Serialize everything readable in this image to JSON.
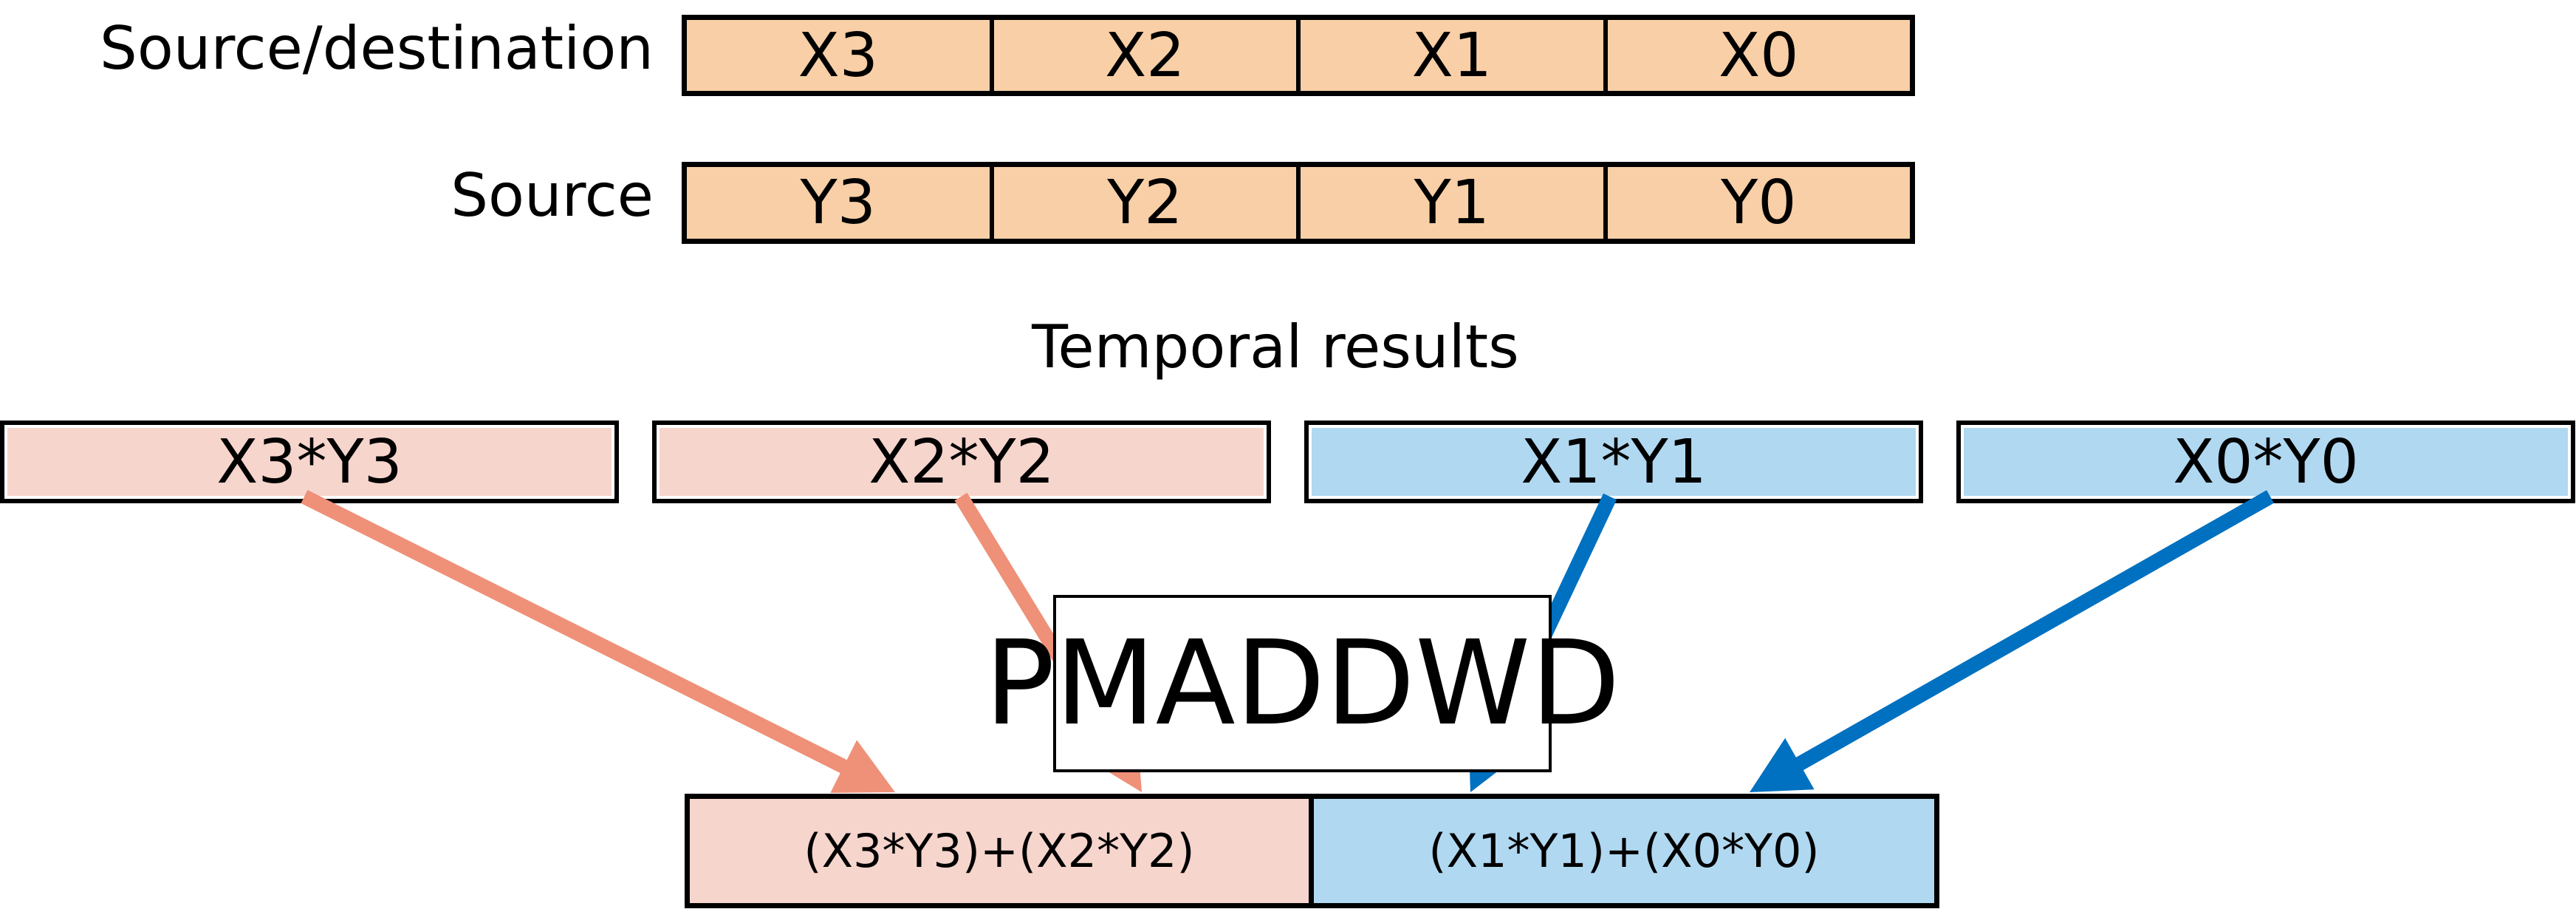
{
  "colors": {
    "register_fill": "#F8CFA6",
    "upper_pair_fill": "#F6D5CD",
    "lower_pair_fill": "#B0D8F1",
    "upper_arrow": "#EF9078",
    "lower_arrow": "#0070C0",
    "border": "#000000"
  },
  "rows": {
    "src_dst_label": "Source/destination",
    "src_label": "Source",
    "src_dst_cells": [
      "X3",
      "X2",
      "X1",
      "X0"
    ],
    "src_cells": [
      "Y3",
      "Y2",
      "Y1",
      "Y0"
    ]
  },
  "temporal": {
    "heading": "Temporal results",
    "products": [
      {
        "label": "X3*Y3",
        "group": "upper"
      },
      {
        "label": "X2*Y2",
        "group": "upper"
      },
      {
        "label": "X1*Y1",
        "group": "lower"
      },
      {
        "label": "X0*Y0",
        "group": "lower"
      }
    ]
  },
  "operation": {
    "name": "PMADDWD"
  },
  "result": {
    "upper": "(X3*Y3)+(X2*Y2)",
    "lower": "(X1*Y1)+(X0*Y0)"
  },
  "arrows": [
    {
      "from": "X3*Y3",
      "to": "(X3*Y3)+(X2*Y2)",
      "group": "upper"
    },
    {
      "from": "X2*Y2",
      "to": "(X3*Y3)+(X2*Y2)",
      "group": "upper"
    },
    {
      "from": "X1*Y1",
      "to": "(X1*Y1)+(X0*Y0)",
      "group": "lower"
    },
    {
      "from": "X0*Y0",
      "to": "(X1*Y1)+(X0*Y0)",
      "group": "lower"
    }
  ]
}
